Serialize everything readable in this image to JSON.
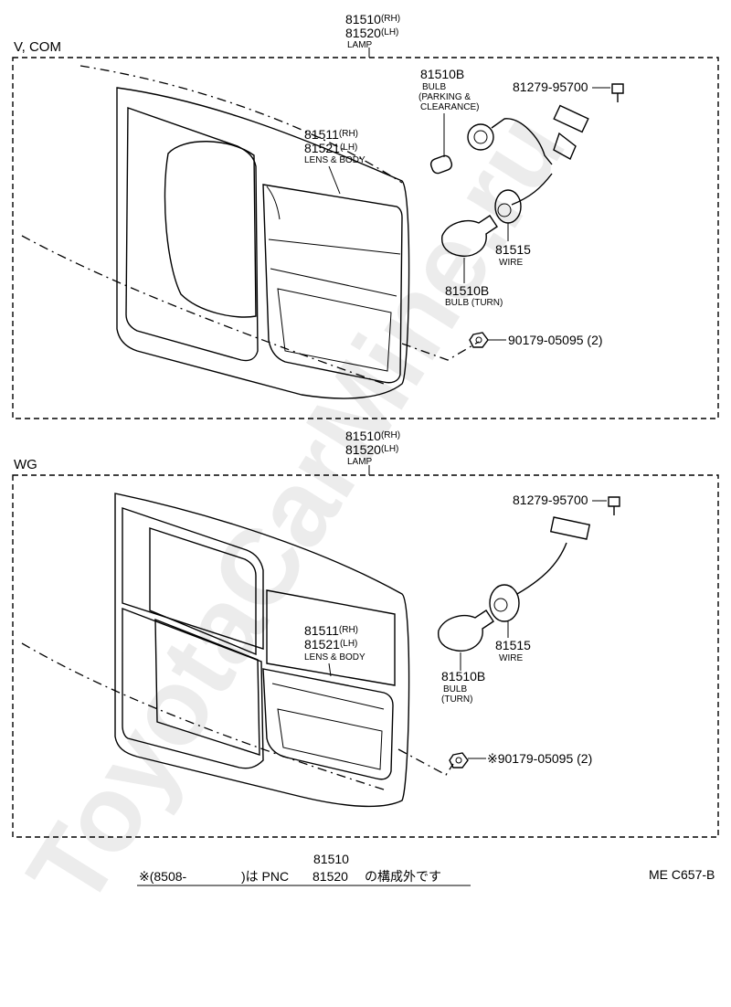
{
  "watermark": "ToyotaCarMine.ru",
  "top": {
    "section_label": "V, COM",
    "lamp": {
      "pn_rh": "81510",
      "rh": "(RH)",
      "pn_lh": "81520",
      "lh": "(LH)",
      "name": "LAMP"
    },
    "bulb_park": {
      "pn": "81510B",
      "line1": "BULB",
      "line2": "(PARKING &",
      "line3": "CLEARANCE)"
    },
    "screw": {
      "pn": "81279-95700"
    },
    "lens": {
      "pn_rh": "81511",
      "rh": "(RH)",
      "pn_lh": "81521",
      "lh": "(LH)",
      "name": "LENS & BODY"
    },
    "wire": {
      "pn": "81515",
      "name": "WIRE"
    },
    "bulb_turn": {
      "pn": "81510B",
      "name": "BULB (TURN)"
    },
    "nut": {
      "pn": "90179-05095 (2)"
    }
  },
  "bottom": {
    "section_label": "WG",
    "lamp": {
      "pn_rh": "81510",
      "rh": "(RH)",
      "pn_lh": "81520",
      "lh": "(LH)",
      "name": "LAMP"
    },
    "screw": {
      "pn": "81279-95700"
    },
    "lens": {
      "pn_rh": "81511",
      "rh": "(RH)",
      "pn_lh": "81521",
      "lh": "(LH)",
      "name": "LENS & BODY"
    },
    "wire": {
      "pn": "81515",
      "name": "WIRE"
    },
    "bulb_turn": {
      "pn": "81510B",
      "line1": "BULB",
      "line2": "(TURN)"
    },
    "nut": {
      "pn": "※90179-05095 (2)"
    }
  },
  "footnote": {
    "above": "81510",
    "prefix": "※(8508-",
    "middle": ")は PNC",
    "pnc": "81520",
    "suffix": "の構成外です"
  },
  "code": "ME  C657-B"
}
